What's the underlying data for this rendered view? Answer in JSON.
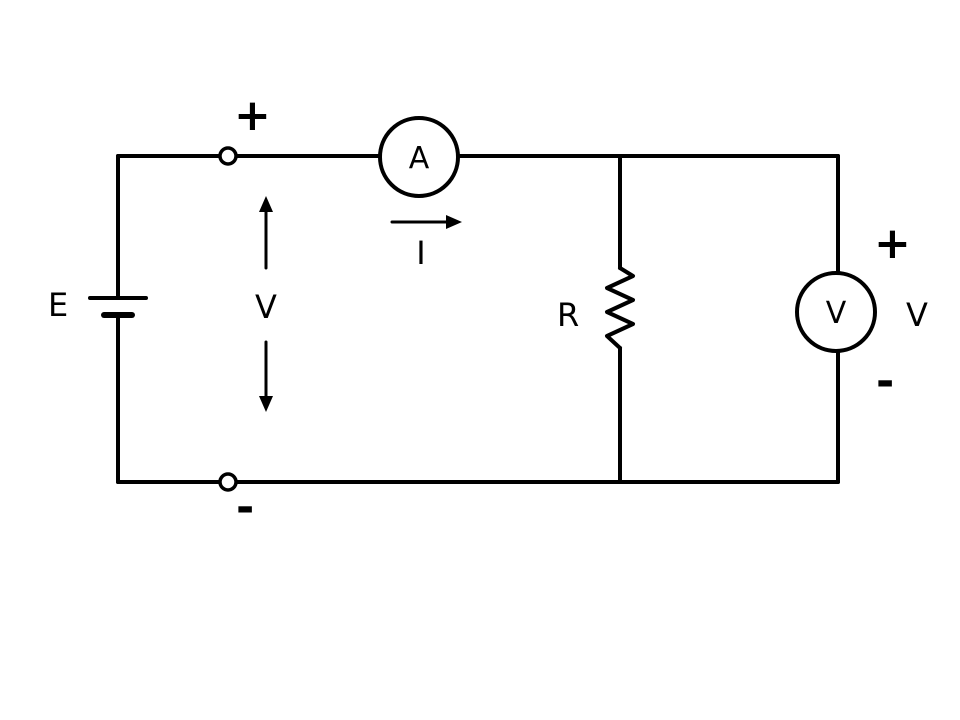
{
  "diagram": {
    "labels": {
      "source": "E",
      "source_voltage": "V",
      "current": "I",
      "resistor": "R",
      "load_voltage": "V"
    },
    "meters": {
      "ammeter": "A",
      "voltmeter": "V"
    },
    "polarity": {
      "terminal_plus": "+",
      "terminal_minus": "-",
      "voltmeter_plus": "+",
      "voltmeter_minus": "-"
    },
    "colors": {
      "stroke": "#000000",
      "background": "#ffffff"
    }
  }
}
